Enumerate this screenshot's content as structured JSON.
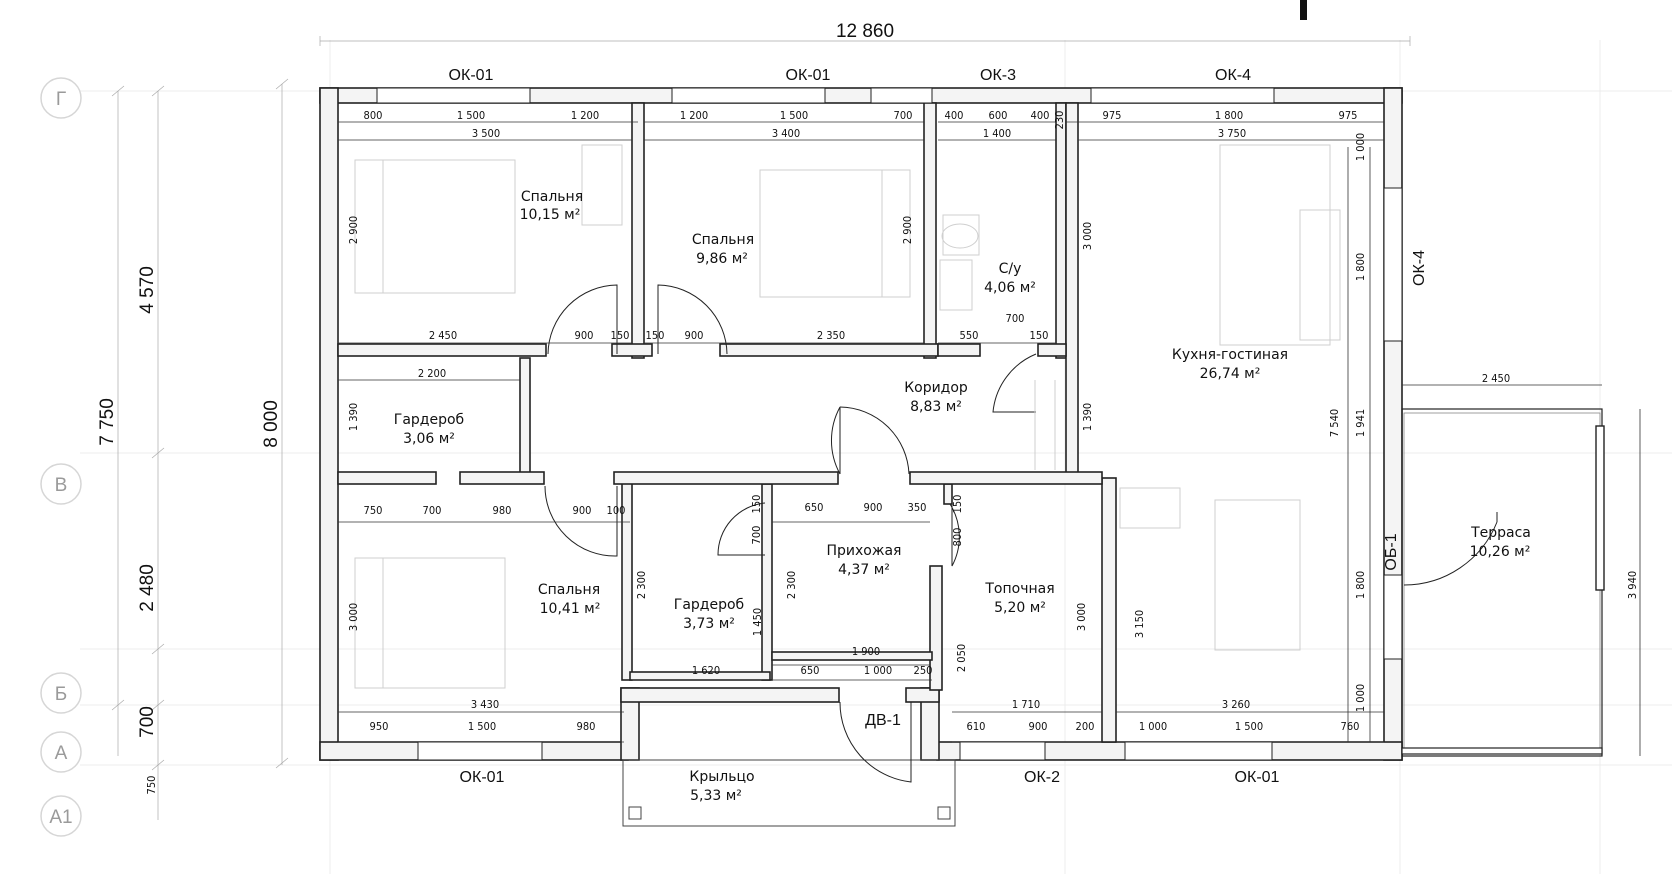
{
  "overall": {
    "width_label": "12 860",
    "height_label": "8 000"
  },
  "axes": {
    "G": "Г",
    "V": "В",
    "B": "Б",
    "A": "А",
    "A1": "А1"
  },
  "axis_dims": {
    "d1": "4 570",
    "d2": "7 750",
    "d3": "2 480",
    "d4": "700",
    "d5": "750"
  },
  "window_tags": {
    "top_ok01_a": "ОК-01",
    "top_ok01_b": "ОК-01",
    "top_ok3": "ОК-3",
    "top_ok4": "ОК-4",
    "right_ok4": "ОК-4",
    "right_ob1": "ОБ-1",
    "door_dv1": "ДВ-1",
    "bot_ok01_a": "ОК-01",
    "bot_ok2": "ОК-2",
    "bot_ok01_b": "ОК-01"
  },
  "rooms": [
    {
      "name": "Спальня",
      "area": "10,15 м²"
    },
    {
      "name": "Спальня",
      "area": "9,86 м²"
    },
    {
      "name": "С/у",
      "area": "4,06 м²"
    },
    {
      "name": "Кухня-гостиная",
      "area": "26,74 м²"
    },
    {
      "name": "Гардероб",
      "area": "3,06 м²"
    },
    {
      "name": "Коридор",
      "area": "8,83 м²"
    },
    {
      "name": "Прихожая",
      "area": "4,37 м²"
    },
    {
      "name": "Спальня",
      "area": "10,41 м²"
    },
    {
      "name": "Гардероб",
      "area": "3,73 м²"
    },
    {
      "name": "Топочная",
      "area": "5,20 м²"
    },
    {
      "name": "Терраса",
      "area": "10,26 м²"
    },
    {
      "name": "Крыльцо",
      "area": "5,33 м²"
    }
  ],
  "dims": {
    "t800": "800",
    "t1500a": "1 500",
    "t1200a": "1 200",
    "t1200b": "1 200",
    "t1500b": "1 500",
    "t700": "700",
    "t400a": "400",
    "t600": "600",
    "t400b": "400",
    "t230": "230",
    "t975a": "975",
    "t1800": "1 800",
    "t975b": "975",
    "r3500": "3 500",
    "r3400": "3 400",
    "r1400": "1 400",
    "r3750": "3 750",
    "v2900a": "2 900",
    "v2900b": "2 900",
    "v3000a": "3 000",
    "v1000a": "1 000",
    "v1800a": "1 800",
    "m2450": "2 450",
    "m900a": "900",
    "m150a": "150",
    "m150b": "150",
    "m900b": "900",
    "m2350": "2 350",
    "m550": "550",
    "m700": "700",
    "m150c": "150",
    "m2200": "2 200",
    "v1390a": "1 390",
    "v1390b": "1 390",
    "v7540": "7 540",
    "v1941": "1 941",
    "c750": "750",
    "c700": "700",
    "c980": "980",
    "c900": "900",
    "c100": "100",
    "c150a": "150",
    "c650": "650",
    "c900b": "900",
    "c350": "350",
    "c150b": "150",
    "v700": "700",
    "v800": "800",
    "v2300a": "2 300",
    "v2300b": "2 300",
    "v1450": "1 450",
    "v3000b": "3 000",
    "v3000c": "3 000",
    "v3150": "3 150",
    "v1800b": "1 800",
    "v2050": "2 050",
    "h1900": "1 900",
    "b1620": "1 620",
    "b650": "650",
    "b1000": "1 000",
    "b250": "250",
    "b3430": "3 430",
    "b1710": "1 710",
    "b3260": "3 260",
    "b950": "950",
    "b1500a": "1 500",
    "b980": "980",
    "b610": "610",
    "b900": "900",
    "b200": "200",
    "b1000b": "1 000",
    "b1500b": "1 500",
    "b760": "760",
    "v1000b": "1 000",
    "ter2450": "2 450",
    "ter3940": "3 940"
  }
}
